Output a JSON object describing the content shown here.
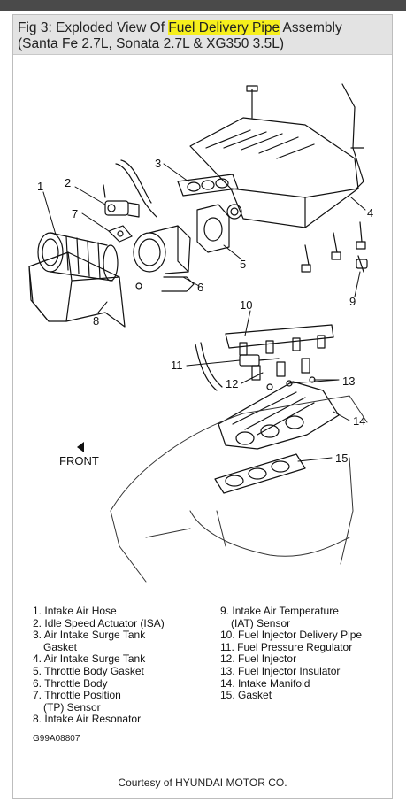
{
  "header": {
    "title_prefix": "Fig 3: Exploded View Of ",
    "title_highlight": "Fuel Delivery Pipe",
    "title_suffix": " Assembly",
    "subtitle": "(Santa Fe 2.7L, Sonata 2.7L & XG350 3.5L)"
  },
  "callouts": [
    "1",
    "2",
    "3",
    "4",
    "5",
    "6",
    "7",
    "8",
    "9",
    "10",
    "11",
    "12",
    "13",
    "14",
    "15"
  ],
  "front_label": "FRONT",
  "legend_left": [
    {
      "num": "1.",
      "text": "Intake Air Hose"
    },
    {
      "num": "2.",
      "text": "Idle Speed Actuator (ISA)"
    },
    {
      "num": "3.",
      "text": "Air Intake Surge Tank"
    },
    {
      "num": "",
      "text": "Gasket"
    },
    {
      "num": "4.",
      "text": "Air Intake Surge Tank"
    },
    {
      "num": "5.",
      "text": "Throttle Body Gasket"
    },
    {
      "num": "6.",
      "text": "Throttle Body"
    },
    {
      "num": "7.",
      "text": "Throttle Position"
    },
    {
      "num": "",
      "text": "(TP) Sensor"
    },
    {
      "num": "8.",
      "text": "Intake Air Resonator"
    }
  ],
  "legend_right": [
    {
      "num": "9.",
      "text": "Intake Air Temperature"
    },
    {
      "num": "",
      "text": "(IAT) Sensor"
    },
    {
      "num": "10.",
      "text": "Fuel Injector Delivery Pipe"
    },
    {
      "num": "11.",
      "text": "Fuel Pressure Regulator"
    },
    {
      "num": "12.",
      "text": "Fuel Injector"
    },
    {
      "num": "13.",
      "text": "Fuel Injector Insulator"
    },
    {
      "num": "14.",
      "text": "Intake Manifold"
    },
    {
      "num": "15.",
      "text": "Gasket"
    }
  ],
  "figure_code": "G99A08807",
  "courtesy": "Courtesy of HYUNDAI MOTOR CO.",
  "colors": {
    "highlight": "#f6ef1c",
    "header_bg": "#e3e3e3",
    "topbar": "#4a4a4a"
  }
}
